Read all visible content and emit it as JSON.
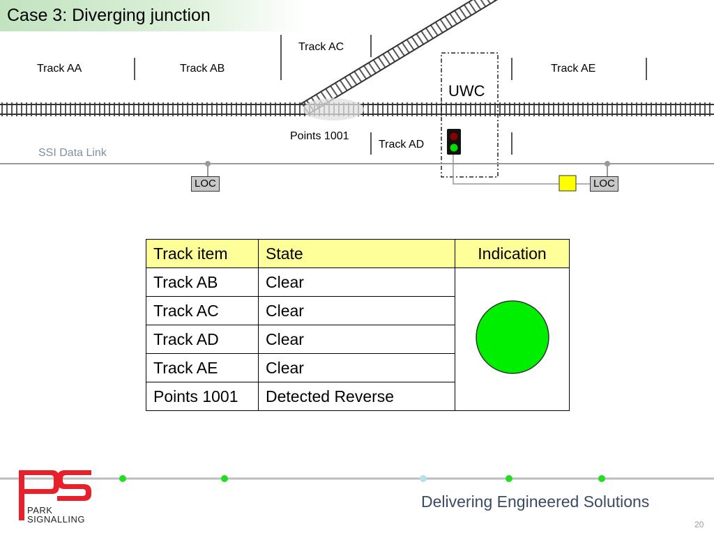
{
  "title": "Case 3: Diverging junction",
  "tracks": {
    "aa": "Track AA",
    "ab": "Track AB",
    "ac": "Track AC",
    "ad": "Track AD",
    "ae": "Track AE",
    "points": "Points 1001"
  },
  "ssi_label": "SSI Data Link",
  "loc_label": "LOC",
  "uwc_label": "UWC",
  "signal": {
    "top_aspect_color": "#8b0000",
    "bottom_aspect_color": "#00e000",
    "lit": "bottom"
  },
  "table": {
    "headers": [
      "Track item",
      "State",
      "Indication"
    ],
    "rows": [
      {
        "item": "Track AB",
        "state": "Clear"
      },
      {
        "item": "Track AC",
        "state": "Clear"
      },
      {
        "item": "Track AD",
        "state": "Clear"
      },
      {
        "item": "Track AE",
        "state": "Clear"
      },
      {
        "item": "Points 1001",
        "state": "Detected Reverse"
      }
    ],
    "indication_color": "#00ee00"
  },
  "footer": {
    "tagline": "Delivering Engineered Solutions",
    "page_number": "20",
    "logo_line1": "PARK",
    "logo_line2": "SIGNALLING",
    "logo_color": "#e8202a",
    "dot_color": "#22dd22",
    "dot_color_alt": "#b8e0ea"
  }
}
